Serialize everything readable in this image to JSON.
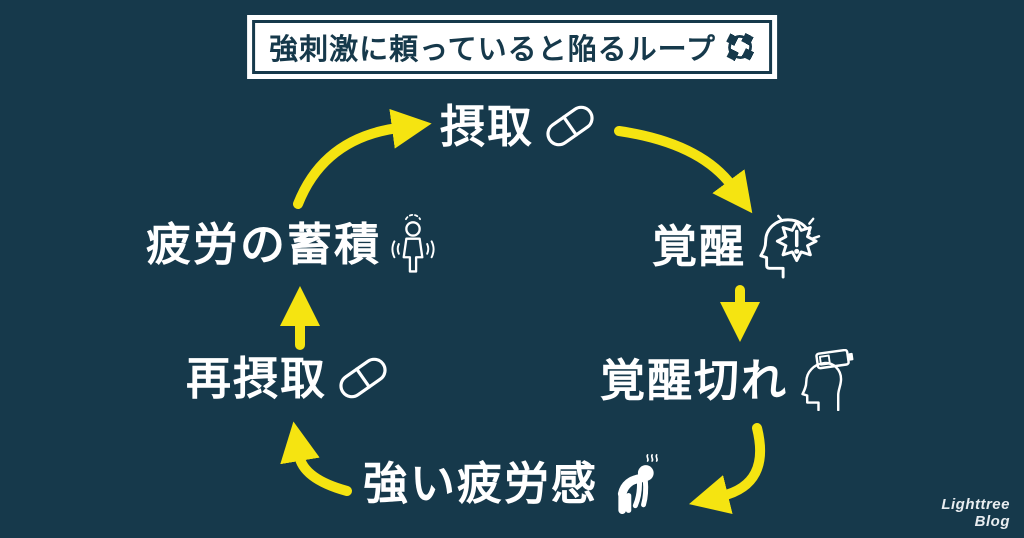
{
  "title": {
    "label": "強刺激に頼っていると陥るループ",
    "icon": "loop-arrows-icon"
  },
  "cycle": {
    "nodes": [
      {
        "id": "intake",
        "label": "摂取",
        "icon": "pill-icon"
      },
      {
        "id": "arousal",
        "label": "覚醒",
        "icon": "head-alert-icon"
      },
      {
        "id": "arousal-wears-off",
        "label": "覚醒切れ",
        "icon": "head-empty-battery-icon"
      },
      {
        "id": "strong-fatigue",
        "label": "強い疲労感",
        "icon": "exhausted-person-icon"
      },
      {
        "id": "re-intake",
        "label": "再摂取",
        "icon": "pill-icon"
      },
      {
        "id": "fatigue-accumulation",
        "label": "疲労の蓄積",
        "icon": "trembling-person-icon"
      }
    ],
    "arrows": [
      {
        "from": "intake",
        "to": "arousal"
      },
      {
        "from": "arousal",
        "to": "arousal-wears-off"
      },
      {
        "from": "arousal-wears-off",
        "to": "strong-fatigue"
      },
      {
        "from": "strong-fatigue",
        "to": "re-intake"
      },
      {
        "from": "re-intake",
        "to": "fatigue-accumulation"
      },
      {
        "from": "fatigue-accumulation",
        "to": "intake"
      }
    ]
  },
  "watermark": {
    "line1": "Lighttree",
    "line2": "Blog"
  },
  "colors": {
    "background": "#16394B",
    "arrow": "#F5E411",
    "node_text": "#FFFFFF",
    "title_bg": "#FFFFFF",
    "title_text": "#16394B",
    "watermark": "#E9EDF0"
  }
}
